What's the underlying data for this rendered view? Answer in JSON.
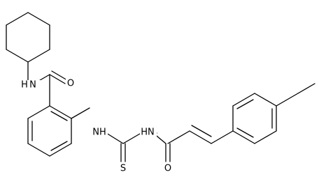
{
  "molecule": {
    "atom_labels": {
      "amide_nh": "N",
      "amide_nh_h": "H",
      "amide_o": "O",
      "left_thiourea_nh": "NH",
      "thiocarbonyl_s": "S",
      "right_thiourea_nh": "HN",
      "acyl_o": "O"
    }
  }
}
